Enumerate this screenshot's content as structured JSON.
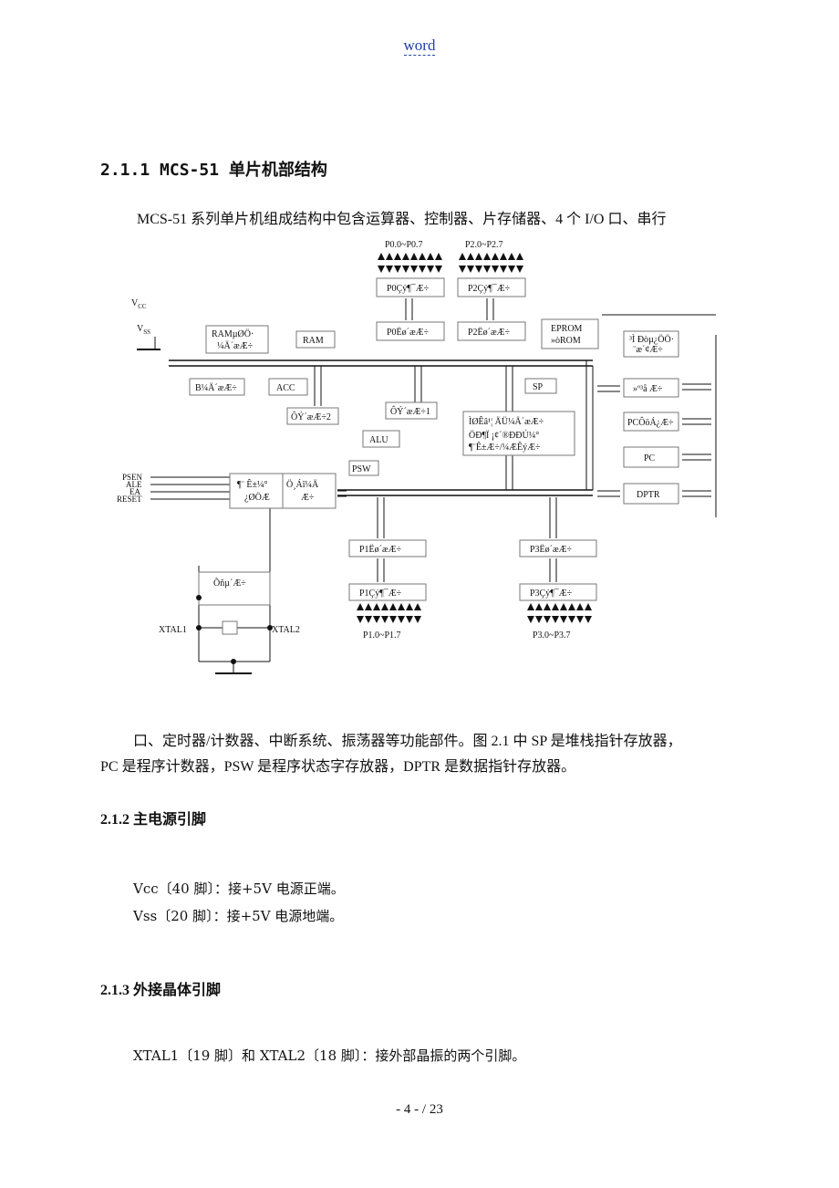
{
  "header": {
    "text": "word"
  },
  "section_211": {
    "title": "2.1.1 MCS-51 单片机部结构"
  },
  "para1": "MCS-51 系列单片机组成结构中包含运算器、控制器、片存储器、4 个 I/O 口、串行",
  "diagram": {
    "p0_pins": "P0.0~P0.7",
    "p2_pins": "P2.0~P2.7",
    "p0_driver": "P0Çý¶¯Æ÷",
    "p2_driver": "P2Çý¶¯Æ÷",
    "p0_latch": "P0Ëø´æÆ÷",
    "p2_latch": "P2Ëø´æÆ÷",
    "eprom1": "EPROM",
    "eprom2": "»òROM",
    "prog_addr1": "³Ì Ðòµ¿ÖÖ·",
    "prog_addr2": "¨æ´¢Æ÷",
    "vcc": "V",
    "vcc_sub": "CC",
    "vss": "V",
    "vss_sub": "SS",
    "ram_addr1": "RAMµØÖ·",
    "ram_addr2": "¼Ä´æÆ÷",
    "ram": "RAM",
    "b_reg": "B¼Ä´æÆ÷",
    "acc": "ACC",
    "sp": "SP",
    "buffer": "»º³å Æ÷",
    "pc_inc": "PCÔöÁ¿Æ÷",
    "pc": "PC",
    "dptr": "DPTR",
    "temp2": "ÔÝ´æÆ÷2",
    "temp1": "ÔÝ´æÆ÷1",
    "alu": "ALU",
    "psw": "PSW",
    "ir1": "ÌØÊâ¹¦ ÄÜ¼Ä´æÆ÷",
    "ir2": "ÖÐ¶Ï ¡¢´®ÐÐÚ¼°",
    "ir3": "¶¨Ê±Æ÷/¼ÆÊýÆ÷",
    "psen": "PSEN",
    "ale": "ALE",
    "ea": "EA",
    "reset": "RESET",
    "ctrl1": "¶¨ Ê±¼°",
    "ctrl2": "¿ØÖÆ",
    "instr1": "Ö¸Áî¼Ä",
    "instr2": "Æ÷",
    "p1_latch": "P1Ëø´æÆ÷",
    "p3_latch": "P3Ëø´æÆ÷",
    "p1_driver": "P1Çý¶¯Æ÷",
    "p3_driver": "P3Çý¶¯Æ÷",
    "p1_pins": "P1.0~P1.7",
    "p3_pins": "P3.0~P3.7",
    "osc": "Õñµ´Æ÷",
    "xtal1": "XTAL1",
    "xtal2": "XTAL2"
  },
  "para2_line1": "口、定时器/计数器、中断系统、振荡器等功能部件。图 2.1 中 SP 是堆栈指针存放器，",
  "para2_line2": "PC 是程序计数器，PSW 是程序状态字存放器，DPTR 是数据指针存放器。",
  "section_212": {
    "title": "2.1.2  主电源引脚"
  },
  "vcc_line": "Vcc〔40 脚〕：接+5V 电源正端。",
  "vss_line": "Vss〔20 脚〕：接+5V 电源地端。",
  "section_213": {
    "title": "2.1.3  外接晶体引脚"
  },
  "xtal_line": "XTAL1〔19 脚〕和 XTAL2〔18 脚〕：接外部晶振的两个引脚。",
  "footer": {
    "text": "- 4 -  / 23"
  }
}
